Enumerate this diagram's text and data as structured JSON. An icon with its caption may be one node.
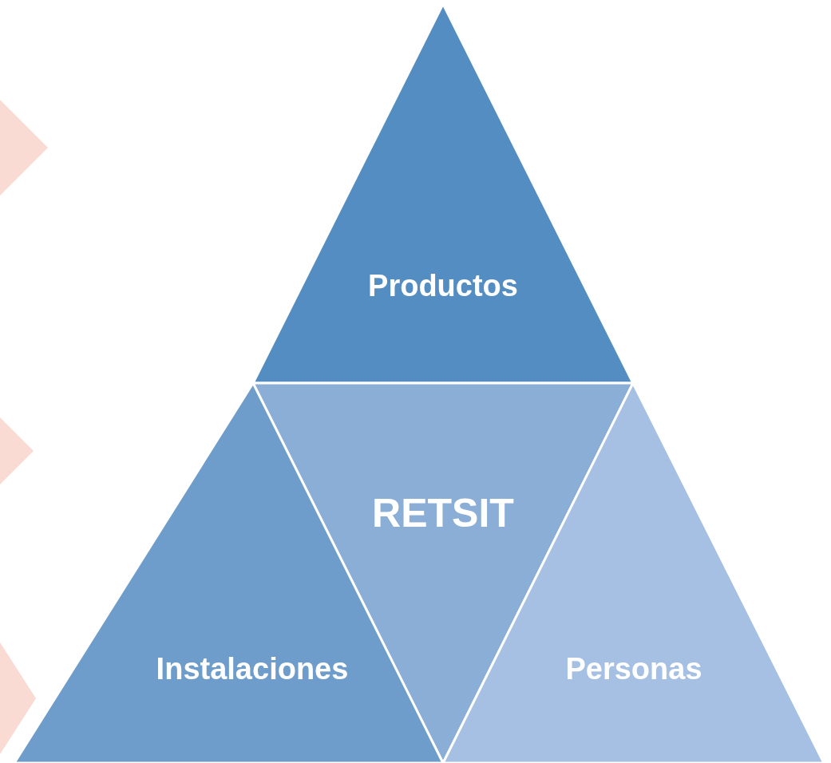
{
  "diagram": {
    "nodes": [
      {
        "text": [
          "Productos"
        ]
      },
      {
        "text": [
          "RETSIT"
        ]
      },
      {
        "text": [
          "Instalaciones"
        ]
      },
      {
        "text": [
          "Personas"
        ]
      },
      {
        "text": [],
        "shape": "chevron"
      },
      {
        "text": [],
        "shape": "chevron"
      },
      {
        "text": [],
        "shape": "chevron"
      }
    ],
    "edges": []
  }
}
